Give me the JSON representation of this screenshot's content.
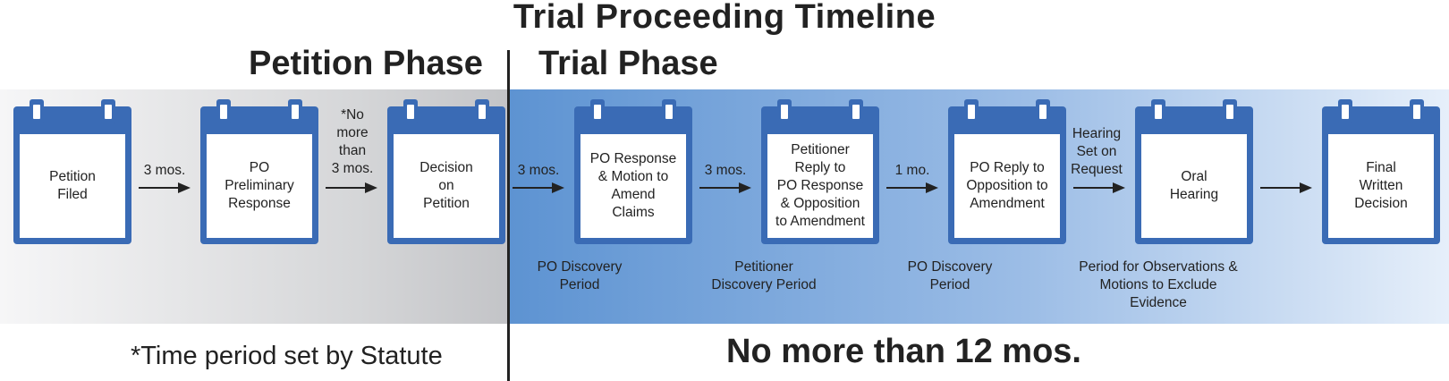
{
  "title": "Trial Proceeding Timeline",
  "phases": {
    "petition": "Petition Phase",
    "trial": "Trial Phase"
  },
  "steps": [
    {
      "label": "Petition\nFiled"
    },
    {
      "label": "PO\nPreliminary\nResponse"
    },
    {
      "label": "Decision\non\nPetition"
    },
    {
      "label": "PO Response\n& Motion to\nAmend\nClaims"
    },
    {
      "label": "Petitioner\nReply to\nPO Response\n& Opposition\nto Amendment"
    },
    {
      "label": "PO Reply to\nOpposition to\nAmendment"
    },
    {
      "label": "Oral\nHearing"
    },
    {
      "label": "Final\nWritten\nDecision"
    }
  ],
  "transitions": [
    {
      "label": "3 mos."
    },
    {
      "label": "*No\nmore\nthan\n3 mos."
    },
    {
      "label": "3 mos."
    },
    {
      "label": "3 mos."
    },
    {
      "label": "1 mo."
    },
    {
      "label": "Hearing\nSet on\nRequest"
    },
    {
      "label": ""
    }
  ],
  "periods": [
    {
      "label": "PO Discovery\nPeriod"
    },
    {
      "label": "Petitioner\nDiscovery Period"
    },
    {
      "label": "PO Discovery\nPeriod"
    },
    {
      "label": "Period for Observations &\nMotions to Exclude\nEvidence"
    }
  ],
  "footnote": "*Time period set by Statute",
  "trial_limit": "No more than 12 mos.",
  "colors": {
    "card": "#3a6bb5",
    "text": "#222222"
  }
}
